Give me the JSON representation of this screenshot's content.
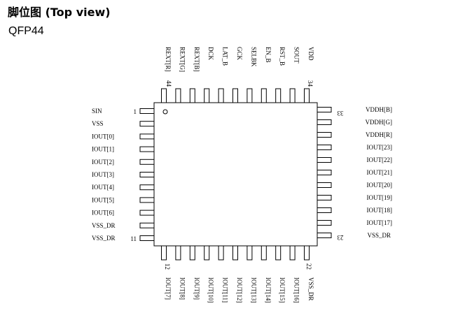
{
  "title": "脚位图 (Top view)",
  "package": "QFP44",
  "colors": {
    "line": "#000000",
    "background": "#ffffff"
  },
  "pins": {
    "top": [
      "REXT[R]",
      "REXT[G]",
      "REXT[B]",
      "DCK",
      "LAT_B",
      "GCK",
      "SELBK",
      "EN_B",
      "RST_B",
      "SOUT",
      "VDD"
    ],
    "left": [
      "SIN",
      "VSS",
      "IOUT[0]",
      "IOUT[1]",
      "IOUT[2]",
      "IOUT[3]",
      "IOUT[4]",
      "IOUT[5]",
      "IOUT[6]",
      "VSS_DR",
      "VSS_DR"
    ],
    "right": [
      "VDDH[B]",
      "VDDH[G]",
      "VDDH[R]",
      "IOUT[23]",
      "IOUT[22]",
      "IOUT[21]",
      "IOUT[20]",
      "IOUT[19]",
      "IOUT[18]",
      "IOUT[17]",
      "VSS_DR"
    ],
    "bottom": [
      "IOUT[7]",
      "IOUT[8]",
      "IOUT[9]",
      "IOUT[10]",
      "IOUT[11]",
      "IOUT[12]",
      "IOUT[13]",
      "IOUT[14]",
      "IOUT[15]",
      "IOUT[16]",
      "VSS_DR"
    ]
  },
  "pin_numbers": {
    "top_first": "44",
    "top_last": "34",
    "left_first": "1",
    "left_last": "11",
    "right_first": "33",
    "right_last": "23",
    "bottom_first": "12",
    "bottom_last": "22"
  }
}
